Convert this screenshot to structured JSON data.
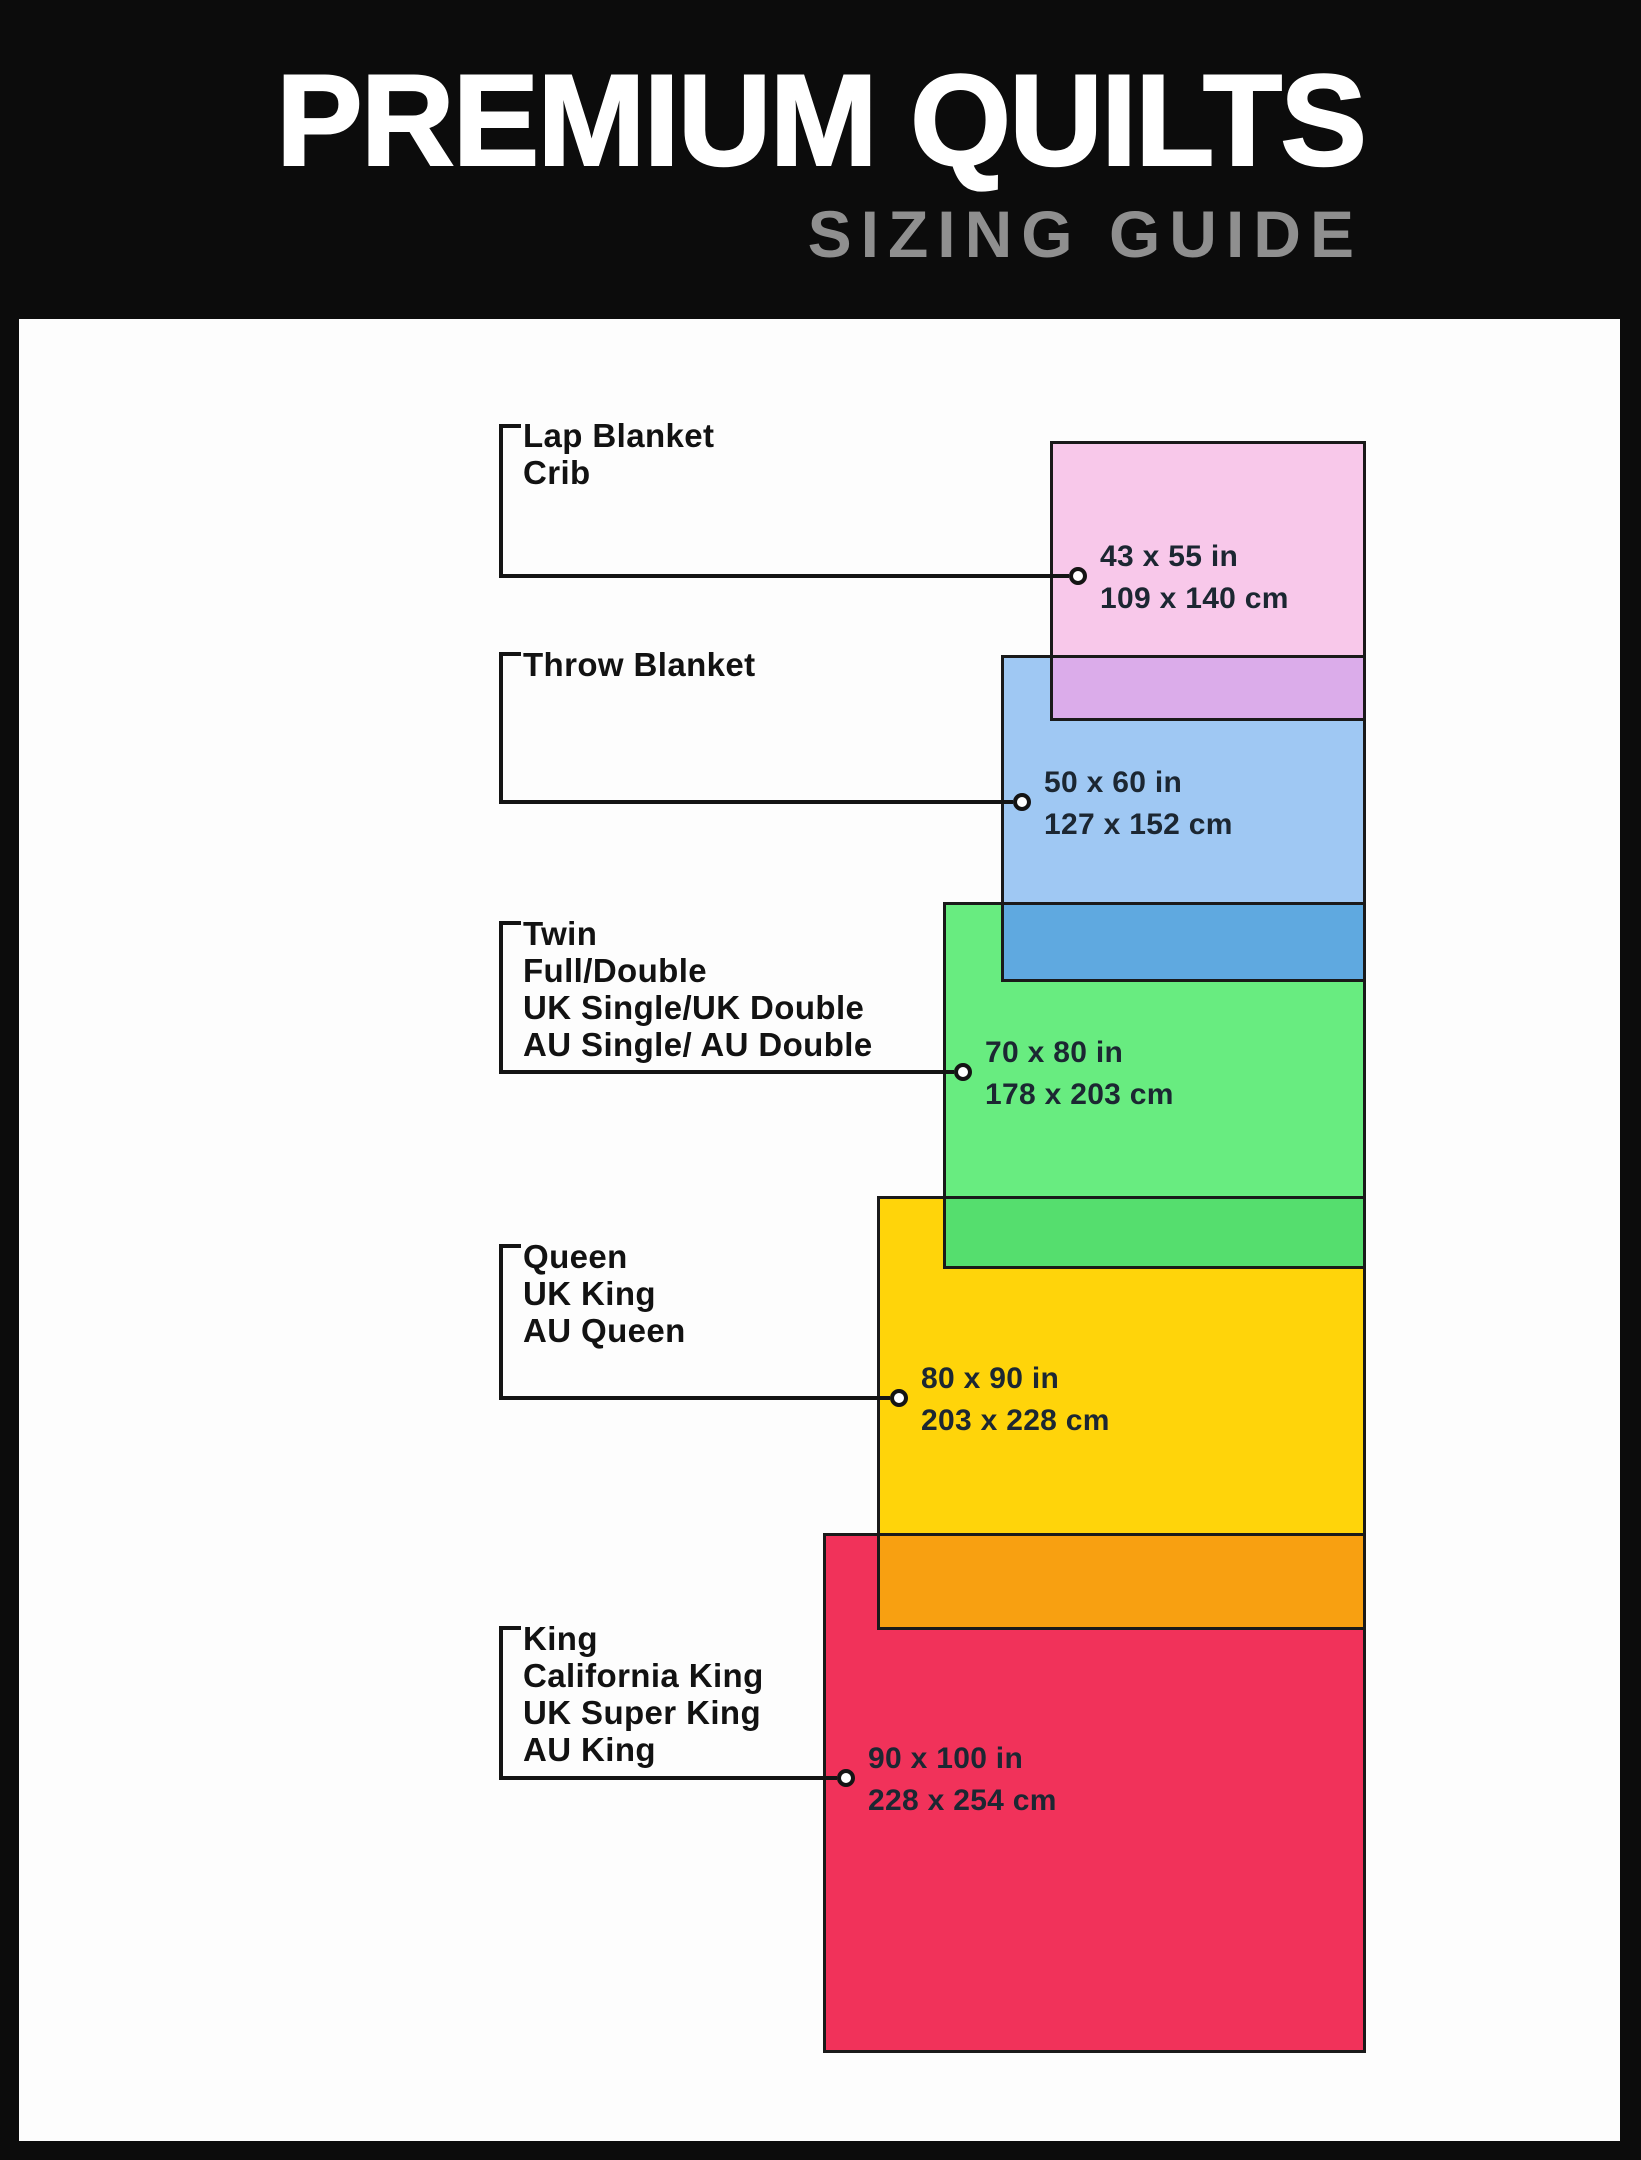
{
  "header": {
    "title": "PREMIUM QUILTS",
    "subtitle": "SIZING GUIDE"
  },
  "diagram": {
    "line_color": "#141414",
    "sizes": [
      {
        "label_lines": "Lap Blanket\nCrib",
        "size_in": "43 x 55 in",
        "size_cm": "109 x 140 cm",
        "color": "#F8C8EA",
        "overlap_color": "#DBACEA"
      },
      {
        "label_lines": "Throw Blanket",
        "size_in": "50 x 60 in",
        "size_cm": "127 x 152 cm",
        "color": "#9FC8F3",
        "overlap_color": "#5FA9E0"
      },
      {
        "label_lines": "Twin\nFull/Double\nUK Single/UK Double\nAU Single/ AU Double",
        "size_in": "70 x 80 in",
        "size_cm": "178 x 203 cm",
        "color": "#68EC80",
        "overlap_color": "#55DE6E"
      },
      {
        "label_lines": "Queen\nUK King\nAU Queen",
        "size_in": "80 x 90 in",
        "size_cm": "203 x 228 cm",
        "color": "#FFD40A",
        "overlap_color": "#F8A011"
      },
      {
        "label_lines": "King\nCalifornia King\nUK Super King\nAU King",
        "size_in": "90 x 100 in",
        "size_cm": "228 x 254 cm",
        "color": "#F1325A"
      }
    ]
  }
}
